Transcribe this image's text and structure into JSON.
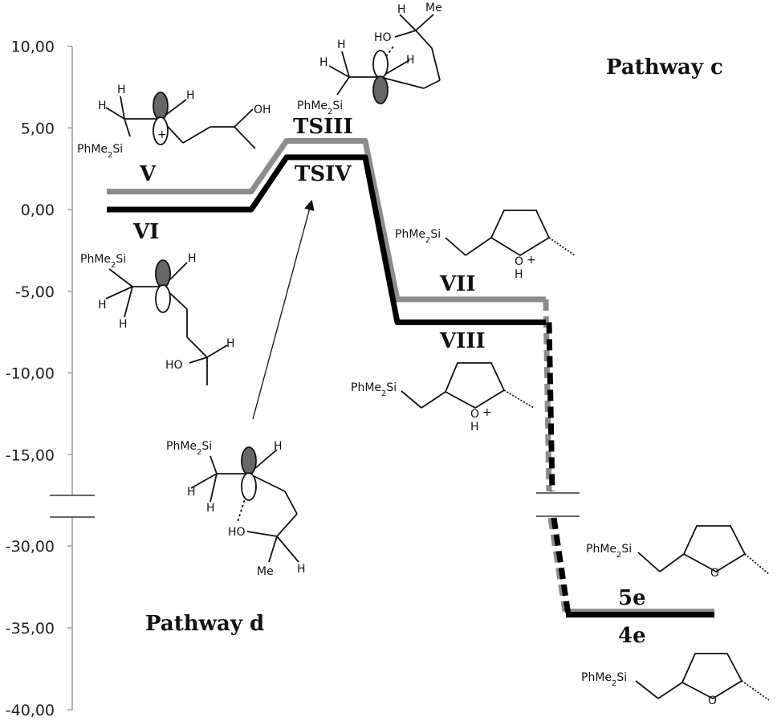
{
  "chart_data": {
    "type": "line",
    "title": "",
    "xlabel": "",
    "ylabel": "",
    "pathways": {
      "c": "Pathway c",
      "d": "Pathway d"
    },
    "y_ticks_upper": [
      "10,00",
      "5,00",
      "0,00",
      "-5,00",
      "-10,00",
      "-15,00"
    ],
    "y_ticks_lower": [
      "-30,00",
      "-35,00",
      "-40,00"
    ],
    "y_tick_values_upper": [
      10,
      5,
      0,
      -5,
      -10,
      -15
    ],
    "y_tick_values_lower": [
      -30,
      -35,
      -40
    ],
    "axis_break": "between -15,00 and -30,00",
    "series": [
      {
        "color": "#8c8c8c",
        "states": [
          {
            "label": "V",
            "energy": 1.1
          },
          {
            "label": "TSIII",
            "energy": 4.2
          },
          {
            "label": "VII",
            "energy": -5.5
          },
          {
            "label": "5e",
            "energy": -34.0
          }
        ]
      },
      {
        "color": "#000000",
        "states": [
          {
            "label": "VI",
            "energy": 0.0
          },
          {
            "label": "TSIV",
            "energy": 3.2
          },
          {
            "label": "VIII",
            "energy": -6.9
          },
          {
            "label": "4e",
            "energy": -34.2
          }
        ]
      }
    ],
    "structure_text": {
      "silyl": "PhMe",
      "silyl_sub": "2",
      "silyl_end": "Si",
      "H": "H",
      "OH": "OH",
      "HO": "HO",
      "Me": "Me",
      "O": "O",
      "plus": "+"
    }
  }
}
